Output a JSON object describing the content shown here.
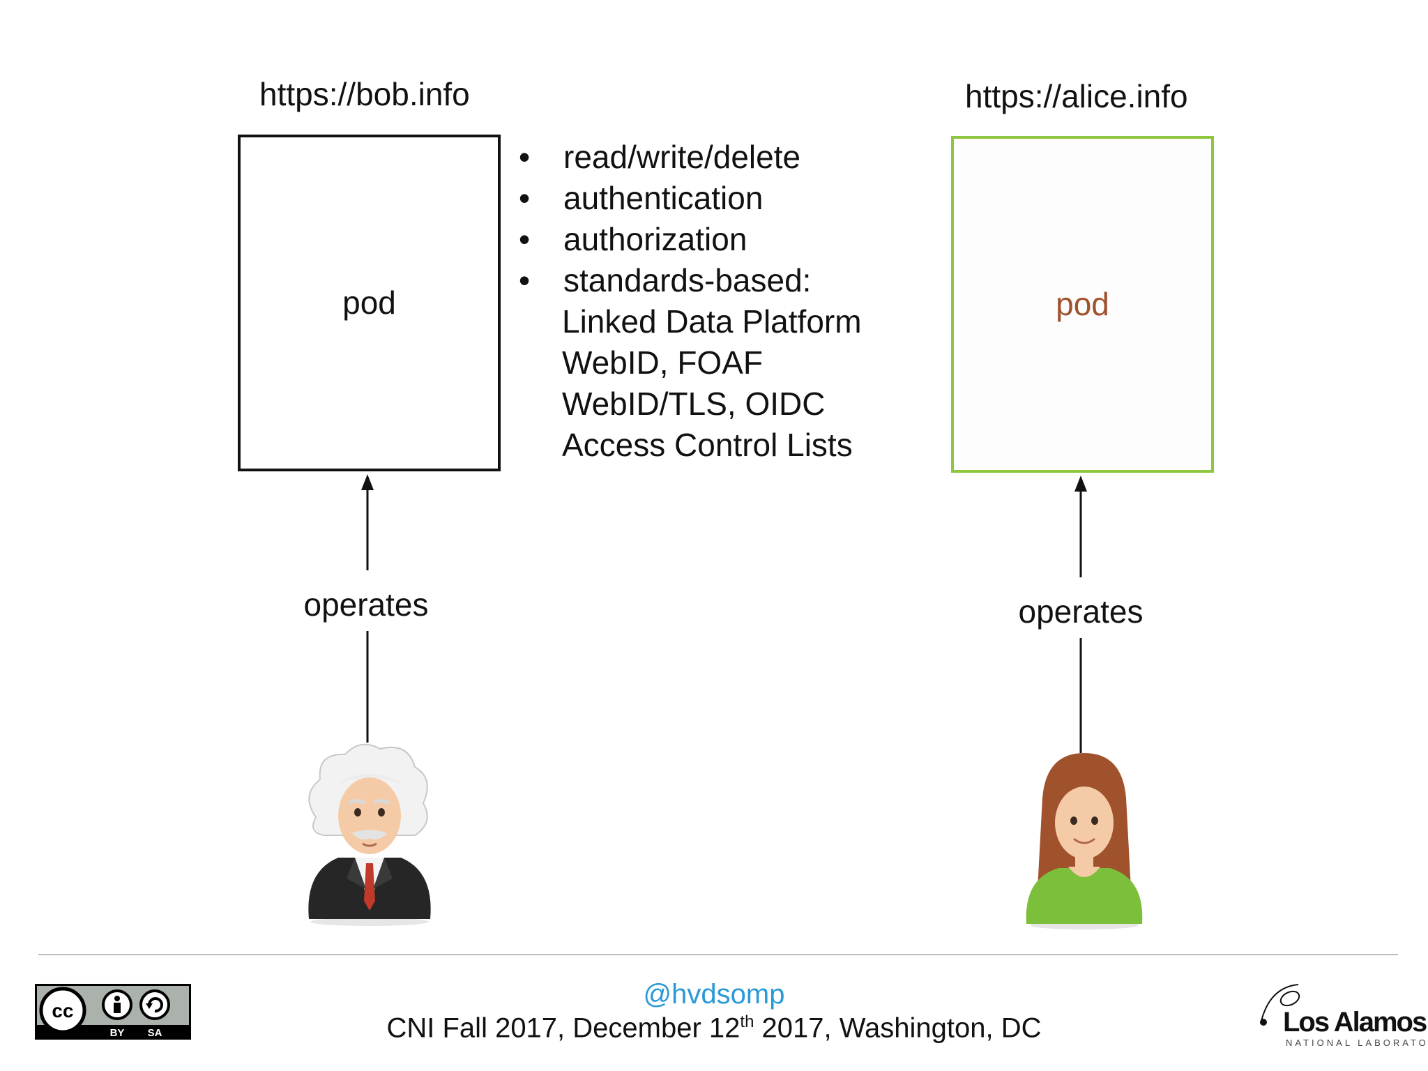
{
  "bob": {
    "url": "https://bob.info",
    "pod_label": "pod",
    "operates_label": "operates"
  },
  "alice": {
    "url": "https://alice.info",
    "pod_label": "pod",
    "operates_label": "operates"
  },
  "features": {
    "bullets": [
      "read/write/delete",
      "authentication",
      "authorization",
      "standards-based:"
    ],
    "standards": [
      "Linked Data Platform",
      "WebID, FOAF",
      "WebID/TLS, OIDC",
      "Access Control Lists"
    ]
  },
  "footer": {
    "handle": "@hvdsomp",
    "event_before": "CNI Fall 2017, December 12",
    "event_sup": "th",
    "event_after": " 2017, Washington, DC"
  },
  "license": {
    "cc": "cc",
    "by": "BY",
    "sa": "SA"
  },
  "logo": {
    "name": "Los Alamos",
    "subtitle": "NATIONAL LABORATORY"
  },
  "colors": {
    "alice_pod_border": "#8ec63f",
    "alice_pod_text": "#a0522d",
    "handle_text": "#2a9ad6"
  }
}
